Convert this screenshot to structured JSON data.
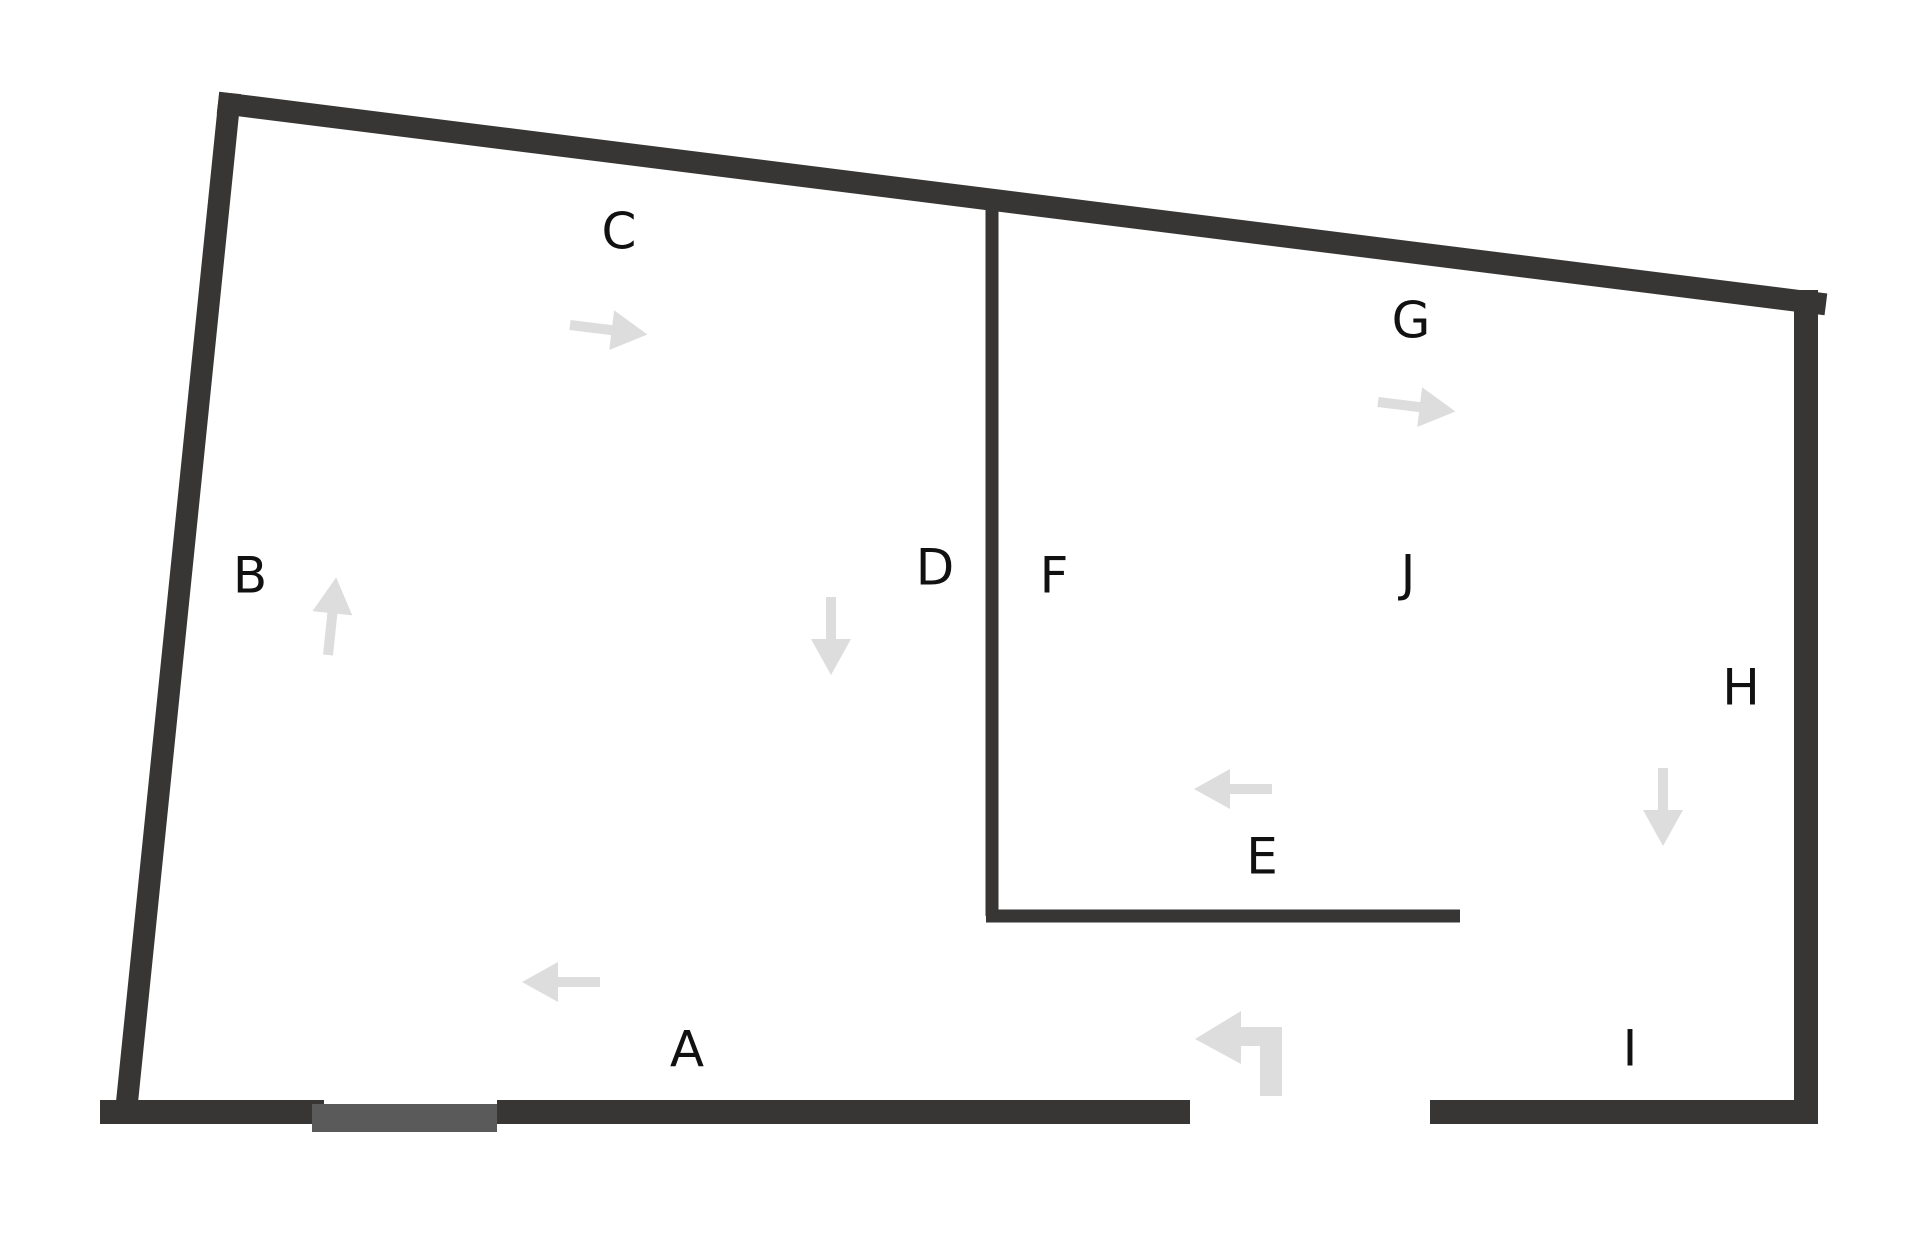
{
  "labels": {
    "a": "A",
    "b": "B",
    "c": "C",
    "d": "D",
    "e": "E",
    "f": "F",
    "g": "G",
    "h": "H",
    "i": "I",
    "j": "J"
  },
  "colors": {
    "wall": "#373634",
    "window": "#5a5a5a",
    "arrow": "#dcdddc",
    "label": "#111111",
    "background": "#ffffff"
  },
  "icons": {
    "direction_arrow": "arrow-icon",
    "entrance_turn_arrow": "turn-left-arrow-icon"
  }
}
